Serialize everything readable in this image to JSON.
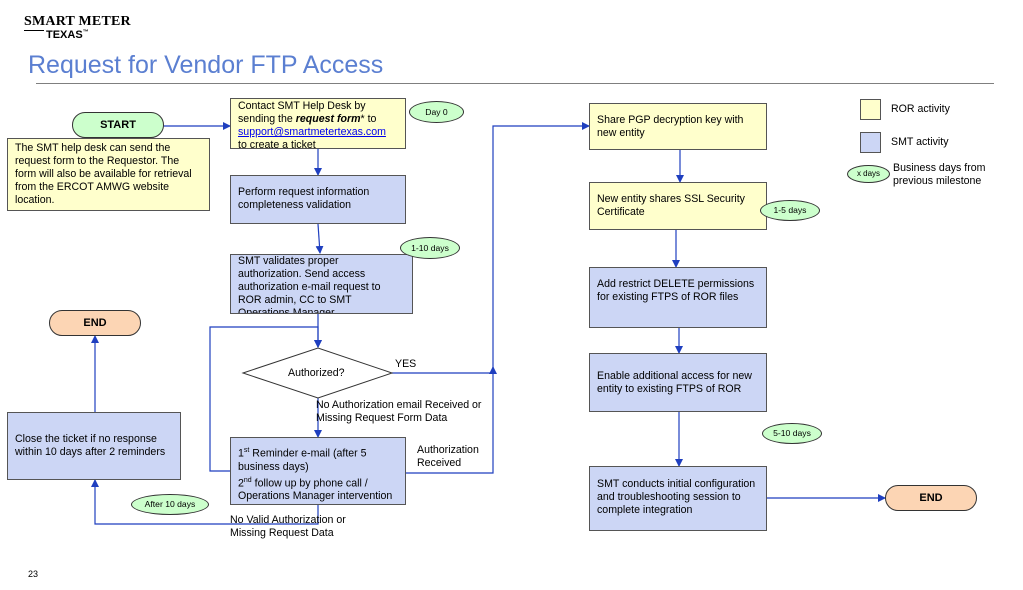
{
  "header": {
    "logo_line1": "SMART METER",
    "logo_line2": "TEXAS",
    "logo_tm": "™",
    "title": "Request for Vendor FTP Access"
  },
  "legend": {
    "ror": "ROR activity",
    "smt": "SMT activity",
    "days_oval": "x days",
    "days_desc": "Business days from previous milestone"
  },
  "nodes": {
    "start": "START",
    "start_note": "The SMT help desk can send the request form to the Requestor. The form will also be available for retrieval from the ERCOT AMWG website location.",
    "contact_pre": "Contact SMT Help Desk by sending the ",
    "contact_bold": "request form",
    "contact_mid": "* to ",
    "contact_email": "support@smartmetertexas.com",
    "contact_post": "to create a ticket",
    "day0": "Day 0",
    "validate": "Perform request information completeness validation",
    "authorize": "SMT validates proper authorization. Send access authorization e-mail request to ROR admin, CC to SMT Operations Manager",
    "days_1_10": "1-10 days",
    "decision": "Authorized?",
    "yes": "YES",
    "no_auth": "No Authorization email Received or Missing Request Form Data",
    "reminder_1": "1",
    "reminder_1_sup": "st",
    "reminder_1_text": " Reminder e-mail (after 5 business days)",
    "reminder_2": "2",
    "reminder_2_sup": "nd",
    "reminder_2_text": " follow up by phone call / Operations Manager intervention",
    "auth_received": "Authorization Received",
    "no_valid": "No Valid Authorization or Missing Request Data",
    "after_10": "After 10 days",
    "close": "Close the ticket if no response within 10 days after 2 reminders",
    "end_left": "END",
    "share_pgp": "Share PGP decryption key with new entity",
    "ssl": "New entity shares SSL Security Certificate",
    "days_1_5": "1-5 days",
    "restrict": "Add restrict DELETE permissions for existing FTPS of ROR files",
    "enable": "Enable additional access for new entity to existing FTPS of ROR",
    "days_5_10": "5-10 days",
    "configure": "SMT conducts initial configuration and troubleshooting session to complete integration",
    "end_right": "END"
  },
  "footer": {
    "page_number": "23"
  },
  "colors": {
    "ror": "#ffffcc",
    "smt": "#ccd6f5",
    "oval": "#ccffcc",
    "end": "#fcd5b4",
    "title": "#5b7fd1",
    "arrow": "#1f3fbf"
  }
}
